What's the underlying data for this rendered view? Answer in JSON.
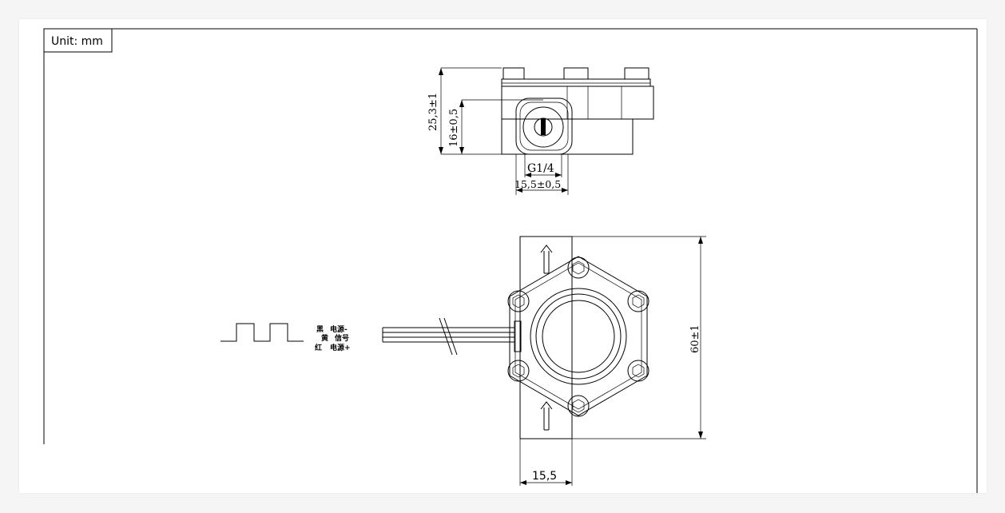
{
  "unit_label": "Unit: mm",
  "top_view": {
    "dim_overall_height": "25,3±1",
    "dim_center_height": "16±0,5",
    "dim_thread": "G1/4",
    "dim_inlet_width": "15,5±0,5"
  },
  "plan_view": {
    "dim_height": "60±1",
    "dim_inlet_width": "15,5"
  },
  "wires": [
    {
      "color": "黑",
      "function": "电源-"
    },
    {
      "color": "黄",
      "function": "信号"
    },
    {
      "color": "红",
      "function": "电源+"
    }
  ]
}
